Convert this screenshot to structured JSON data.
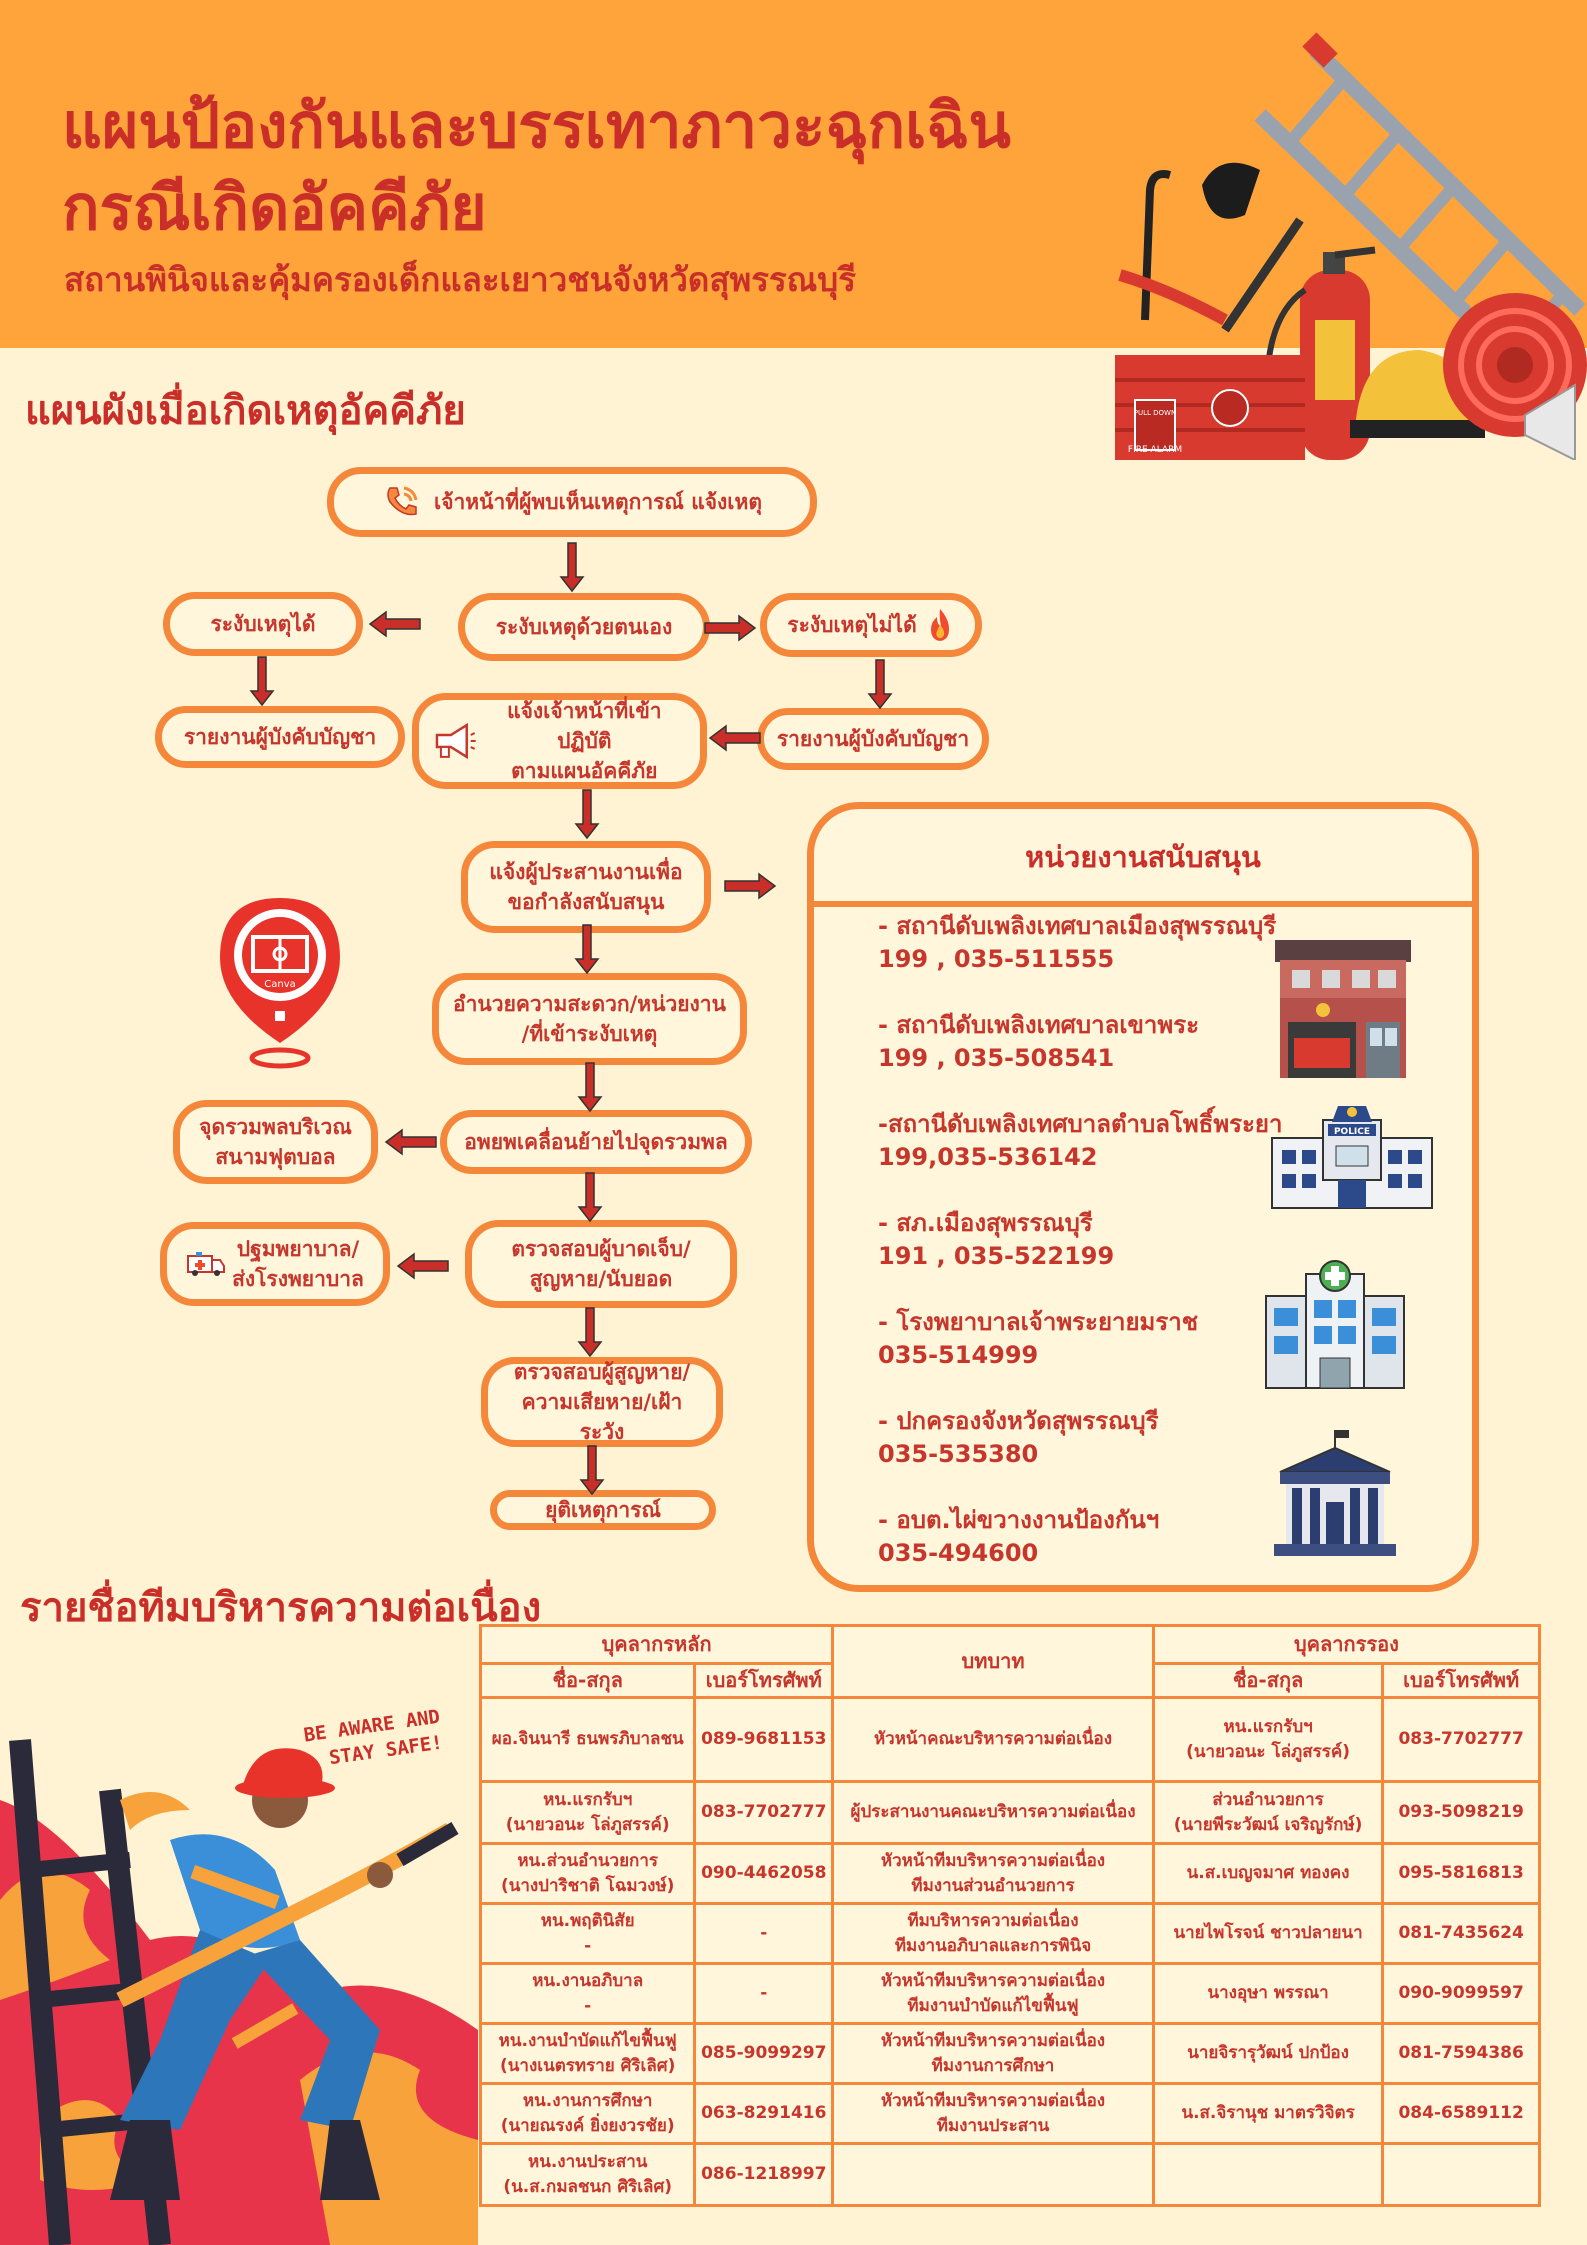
{
  "header": {
    "title_line1": "แผนป้องกันและบรรเทาภาวะฉุกเฉิน",
    "title_line2": "กรณีเกิดอัคคีภัย",
    "subtitle": "สถานพินิจและคุ้มครองเด็กและเยาวชนจังหวัดสุพรรณบุรี",
    "fire_alarm_label": "FIRE ALARM",
    "pull_down_label": "PULL DOWN"
  },
  "flow": {
    "title": "แผนผังเมื่อเกิดเหตุอัคคีภัย",
    "step_report": "เจ้าหน้าที่ผู้พบเห็นเหตุการณ์ แจ้งเหตุ",
    "step_self": "ระงับเหตุด้วยตนเอง",
    "step_ok": "ระงับเหตุได้",
    "step_fail": "ระงับเหตุไม่ได้",
    "step_report_cmd_left": "รายงานผู้บังคับบัญชา",
    "step_report_cmd_right": "รายงานผู้บังคับบัญชา",
    "step_notify_line1": "แจ้งเจ้าหน้าที่เข้าปฏิบัติ",
    "step_notify_line2": "ตามแผนอัคคีภัย",
    "step_coord_line1": "แจ้งผู้ประสานงานเพื่อ",
    "step_coord_line2": "ขอกำลังสนับสนุน",
    "step_facilitate_line1": "อำนวยความสะดวก/หน่วยงาน",
    "step_facilitate_line2": "/ที่เข้าระงับเหตุ",
    "step_evacuate": "อพยพเคลื่อนย้ายไปจุดรวมพล",
    "step_assembly_line1": "จุดรวมพลบริเวณ",
    "step_assembly_line2": "สนามฟุตบอล",
    "step_check_line1": "ตรวจสอบผู้บาดเจ็บ/",
    "step_check_line2": "สูญหาย/นับยอด",
    "step_firstaid_line1": "ปฐมพยาบาล/",
    "step_firstaid_line2": "ส่งโรงพยาบาล",
    "step_loss_line1": "ตรวจสอบผู้สูญหาย/",
    "step_loss_line2": "ความเสียหาย/เฝ้าระวัง",
    "step_end": "ยุติเหตุการณ์",
    "map_pin_label": "Canva"
  },
  "support": {
    "title": "หน่วยงานสนับสนุน",
    "items": [
      {
        "name": "- สถานีดับเพลิงเทศบาลเมืองสุพรรณบุรี",
        "phone": "199 , 035-511555"
      },
      {
        "name": "- สถานีดับเพลิงเทศบาลเขาพระ",
        "phone": "199 , 035-508541"
      },
      {
        "name": "-สถานีดับเพลิงเทศบาลตำบลโพธิ์พระยา",
        "phone": "199,035-536142"
      },
      {
        "name": "- สภ.เมืองสุพรรณบุรี",
        "phone": "191 , 035-522199"
      },
      {
        "name": "- โรงพยาบาลเจ้าพระยายมราช",
        "phone": "035-514999"
      },
      {
        "name": "- ปกครองจังหวัดสุพรรณบุรี",
        "phone": "035-535380"
      },
      {
        "name": "- อบต.ไผ่ขวางงานป้องกันฯ",
        "phone": "035-494600"
      }
    ],
    "police_sign": "POLICE"
  },
  "team": {
    "title": "รายชื่อทีมบริหารความต่อเนื่อง",
    "head_main": "บุคลากรหลัก",
    "head_role": "บทบาท",
    "head_backup": "บุคลากรรอง",
    "col_name": "ชื่อ-สกุล",
    "col_phone": "เบอร์โทรศัพท์",
    "rows": [
      {
        "main_name1": "ผอ.จินนารี ธนพรภิบาลชน",
        "main_name2": "",
        "main_phone": "089-9681153",
        "role1": "หัวหน้าคณะบริหารความต่อเนื่อง",
        "role2": "",
        "backup_name1": "หน.แรกรับฯ",
        "backup_name2": "(นายวอนะ โล่ภูสรรค์)",
        "backup_phone": "083-7702777"
      },
      {
        "main_name1": "หน.แรกรับฯ",
        "main_name2": "(นายวอนะ โล่ภูสรรค์)",
        "main_phone": "083-7702777",
        "role1": "ผู้ประสานงานคณะบริหารความต่อเนื่อง",
        "role2": "",
        "backup_name1": "ส่วนอำนวยการ",
        "backup_name2": "(นายพีระวัฒน์ เจริญรักษ์)",
        "backup_phone": "093-5098219"
      },
      {
        "main_name1": "หน.ส่วนอำนวยการ",
        "main_name2": "(นางปาริชาติ โฉมวงษ์)",
        "main_phone": "090-4462058",
        "role1": "หัวหน้าทีมบริหารความต่อเนื่อง",
        "role2": "ทีมงานส่วนอำนวยการ",
        "backup_name1": "น.ส.เบญจมาศ ทองคง",
        "backup_name2": "",
        "backup_phone": "095-5816813"
      },
      {
        "main_name1": "หน.พฤตินิสัย",
        "main_name2": "-",
        "main_phone": "-",
        "role1": "ทีมบริหารความต่อเนื่อง",
        "role2": "ทีมงานอภิบาลและการพินิจ",
        "backup_name1": "นายไพโรจน์ ชาวปลายนา",
        "backup_name2": "",
        "backup_phone": "081-7435624"
      },
      {
        "main_name1": "หน.งานอภิบาล",
        "main_name2": "-",
        "main_phone": "-",
        "role1": "หัวหน้าทีมบริหารความต่อเนื่อง",
        "role2": "ทีมงานบำบัดแก้ไขฟื้นฟู",
        "backup_name1": "นางอุษา พรรณา",
        "backup_name2": "",
        "backup_phone": "090-9099597"
      },
      {
        "main_name1": "หน.งานบำบัดแก้ไขฟื้นฟู",
        "main_name2": "(นางเนตรทราย ศิริเลิศ)",
        "main_phone": "085-9099297",
        "role1": "หัวหน้าทีมบริหารความต่อเนื่อง",
        "role2": "ทีมงานการศึกษา",
        "backup_name1": "นายจิรารุวัฒน์ ปกป้อง",
        "backup_name2": "",
        "backup_phone": "081-7594386"
      },
      {
        "main_name1": "หน.งานการศึกษา",
        "main_name2": "(นายณรงค์ ยิ่งยงวรชัย)",
        "main_phone": "063-8291416",
        "role1": "หัวหน้าทีมบริหารความต่อเนื่อง",
        "role2": "ทีมงานประสาน",
        "backup_name1": "น.ส.จิรานุช มาตรวิจิตร",
        "backup_name2": "",
        "backup_phone": "084-6589112"
      },
      {
        "main_name1": "หน.งานประสาน",
        "main_name2": "(น.ส.กมลชนก ศิริเลิศ)",
        "main_phone": "086-1218997",
        "role1": "",
        "role2": "",
        "backup_name1": "",
        "backup_name2": "",
        "backup_phone": ""
      }
    ]
  },
  "slogan_line1": "BE AWARE AND",
  "slogan_line2": "STAY SAFE!",
  "colors": {
    "orange": "#ffa43a",
    "border": "#f4873a",
    "red": "#c92f28",
    "cream": "#fff3d3"
  }
}
